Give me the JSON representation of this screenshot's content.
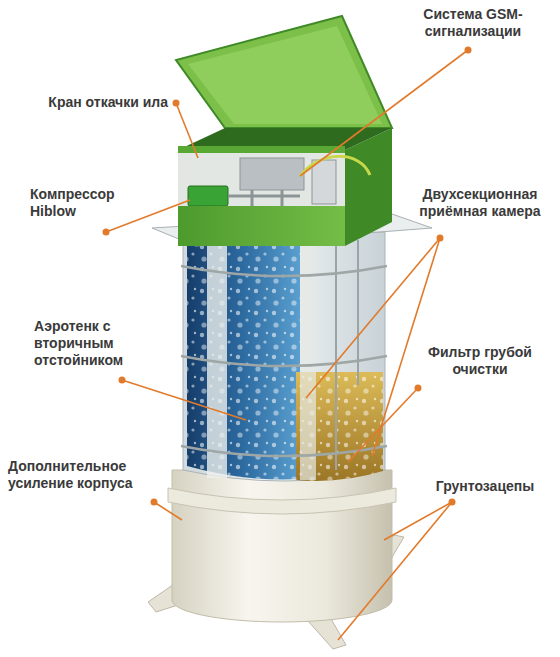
{
  "diagram": {
    "labels": [
      "Кран откачки ила",
      "Система GSM-сигнализации",
      "Компрессор Hiblow",
      "Двухсекционная приёмная камера",
      "Аэротенк с вторичным отстойником",
      "Фильтр грубой очистки",
      "Дополнительное усиление корпуса",
      "Грунтозацепы"
    ]
  }
}
